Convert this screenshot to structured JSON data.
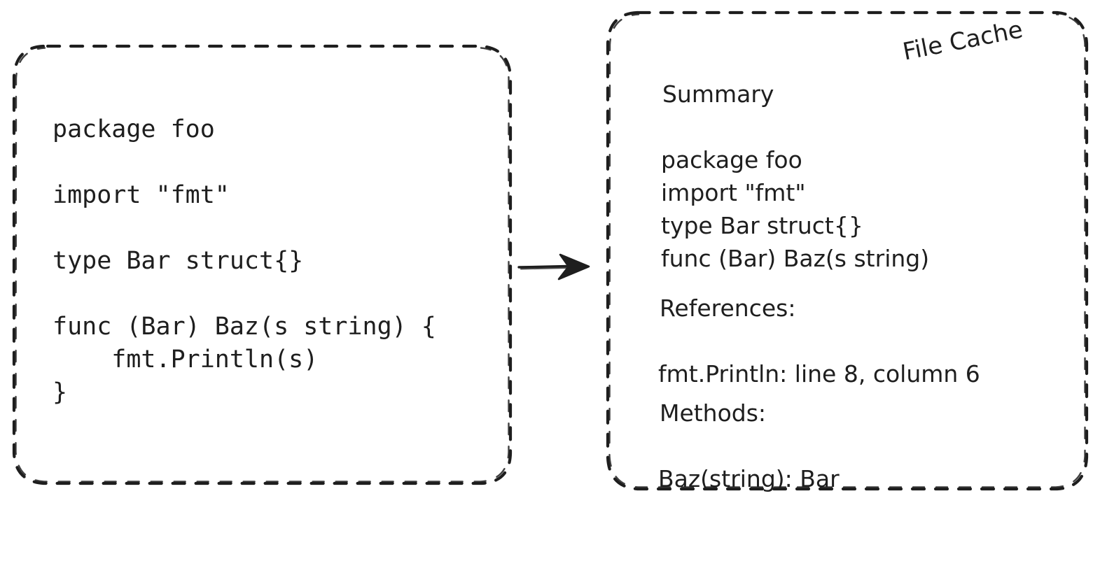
{
  "diagram": {
    "title": "File Cache",
    "background_color": "#ffffff",
    "stroke_color": "#1e1e1e",
    "style": "hand-drawn dashed rounded rectangles"
  },
  "source_panel": {
    "name": "go-source-file",
    "border_style": "dashed",
    "lines": [
      "package foo",
      "",
      "import \"fmt\"",
      "",
      "type Bar struct{}",
      "",
      "func (Bar) Baz(s string) {",
      "    fmt.Println(s)",
      "}"
    ],
    "code": "package foo\n\nimport \"fmt\"\n\ntype Bar struct{}\n\nfunc (Bar) Baz(s string) {\n    fmt.Println(s)\n}"
  },
  "arrow": {
    "name": "flow-arrow",
    "direction": "right",
    "from": "source_panel",
    "to": "cache_panel"
  },
  "cache_panel": {
    "name": "file-cache",
    "label": "File Cache",
    "label_rotation_deg": -11,
    "border_style": "dashed",
    "sections": [
      {
        "heading": "Summary",
        "items": [
          "package foo",
          "import \"fmt\"",
          "type Bar struct{}",
          "func (Bar) Baz(s string)"
        ],
        "text": "Summary"
      },
      {
        "heading": "References:",
        "items": [
          "fmt.Println: line 8, column 6"
        ],
        "text": "References:"
      },
      {
        "heading": "Methods:",
        "items": [
          "Baz(string): Bar"
        ],
        "text": "Methods:"
      }
    ],
    "summary_body": "package foo\nimport \"fmt\"\ntype Bar struct{}\nfunc (Bar) Baz(s string)",
    "references_body": "fmt.Println: line 8, column 6",
    "methods_body": "Baz(string): Bar"
  }
}
